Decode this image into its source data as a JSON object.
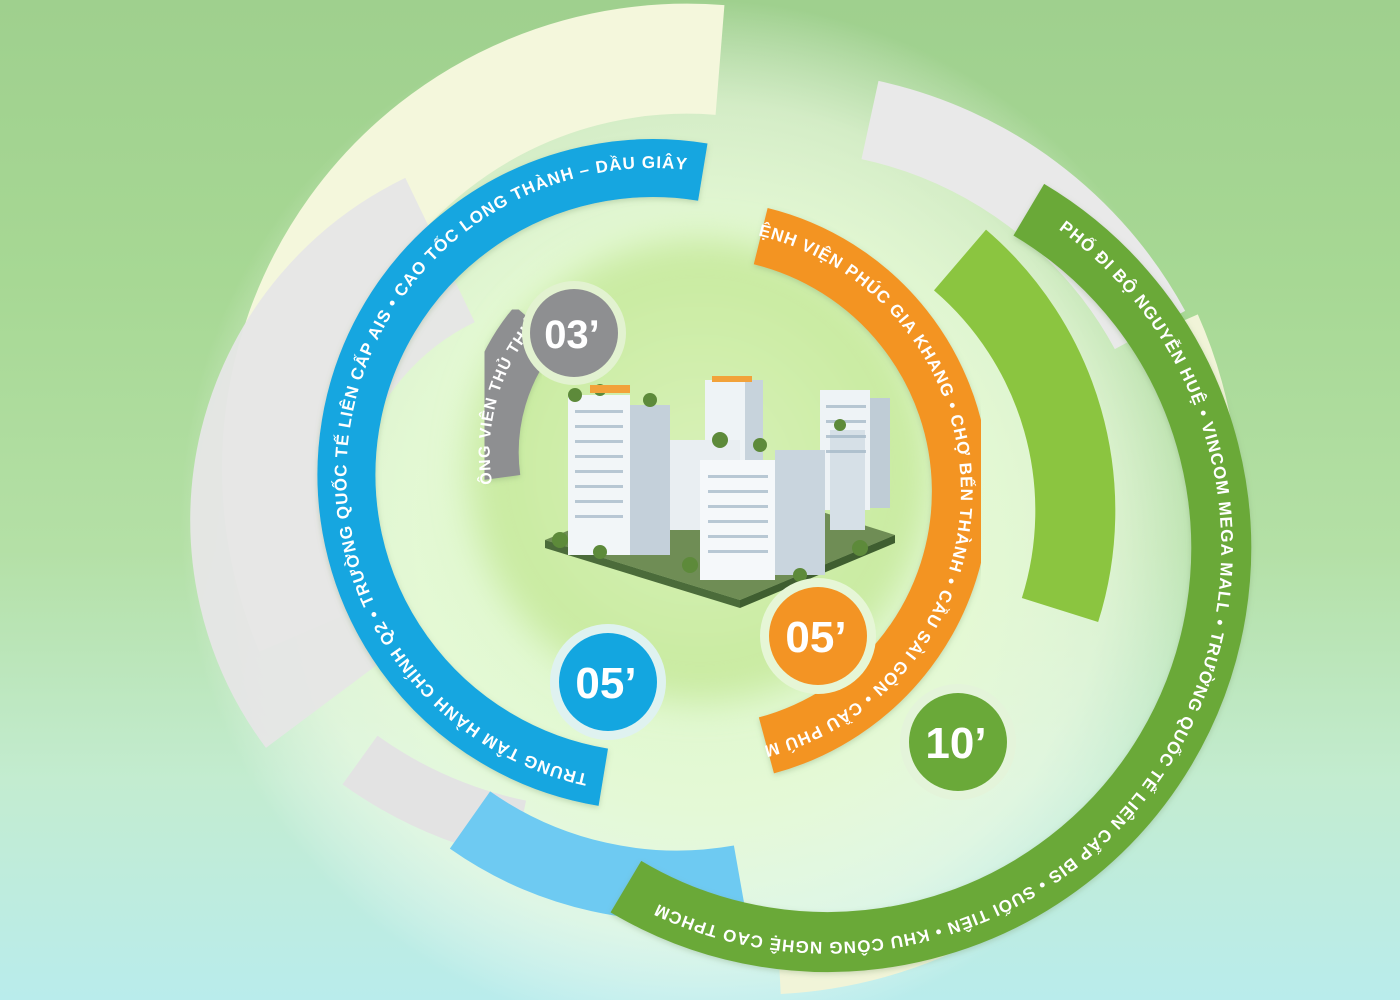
{
  "rings": {
    "gray": {
      "time": "03’",
      "places": "CÔNG VIÊN THỦ THIÊM",
      "color": "#8e8f91"
    },
    "blue": {
      "time": "05’",
      "places": "TRUNG TÂM HÀNH CHÍNH Q2 • TRƯỜNG QUỐC TẾ LIÊN CẤP AIS • CAO TỐC LONG THÀNH – DẦU GIÂY",
      "color": "#13a6e0"
    },
    "orange": {
      "time": "05’",
      "places": "BỆNH VIỆN PHÚC GIA KHANG • CHỢ BẾN THÀNH • CẦU SÀI GÒN • CẦU PHÚ MỸ",
      "color": "#f39424"
    },
    "green": {
      "time": "10’",
      "places": "PHỐ ĐI BỘ NGUYỄN HUỆ • VINCOM MEGA MALL • TRƯỜNG QUỐC TẾ LIÊN CẤP BIS • SUỐI TIÊN • KHU CÔNG NGHỆ CAO TPHCM",
      "color": "#6aa939"
    }
  }
}
